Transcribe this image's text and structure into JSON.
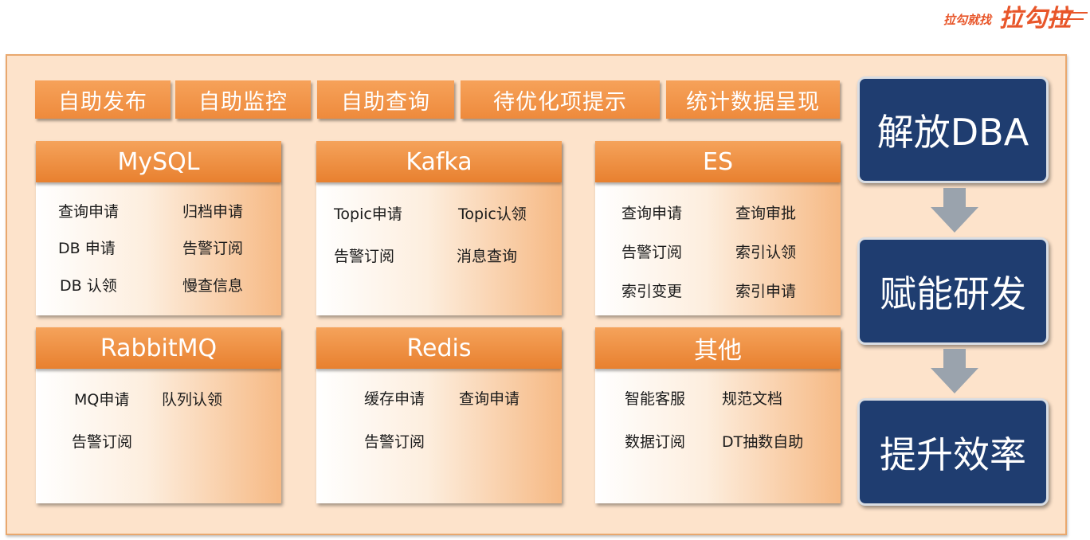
{
  "logo": {
    "text": "拉勾就找 拉勾拉"
  },
  "features": [
    "自助发布",
    "自助监控",
    "自助查询",
    "待优化项提示",
    "统计数据呈现"
  ],
  "cards": [
    {
      "title": "MySQL",
      "items": [
        "查询申请",
        "归档申请",
        "DB 申请",
        "告警订阅",
        "DB 认领",
        "慢查信息"
      ]
    },
    {
      "title": "Kafka",
      "items": [
        "Topic申请",
        "Topic认领",
        "告警订阅",
        "消息查询"
      ]
    },
    {
      "title": "ES",
      "items": [
        "查询申请",
        "查询审批",
        "告警订阅",
        "索引认领",
        "索引变更",
        "索引申请"
      ]
    },
    {
      "title": "RabbitMQ",
      "items": [
        "MQ申请",
        "队列认领",
        "告警订阅"
      ]
    },
    {
      "title": "Redis",
      "items": [
        "缓存申请",
        "查询申请",
        "告警订阅"
      ]
    },
    {
      "title": "其他",
      "items": [
        "智能客服",
        "规范文档",
        "数据订阅",
        "DT抽数自助"
      ]
    }
  ],
  "steps": [
    "解放DBA",
    "赋能研发",
    "提升效率"
  ],
  "colors": {
    "accent": "#ee8a3c",
    "panel": "#fde3cb",
    "step": "#1f3d70",
    "arrow": "#9aa3ad"
  }
}
